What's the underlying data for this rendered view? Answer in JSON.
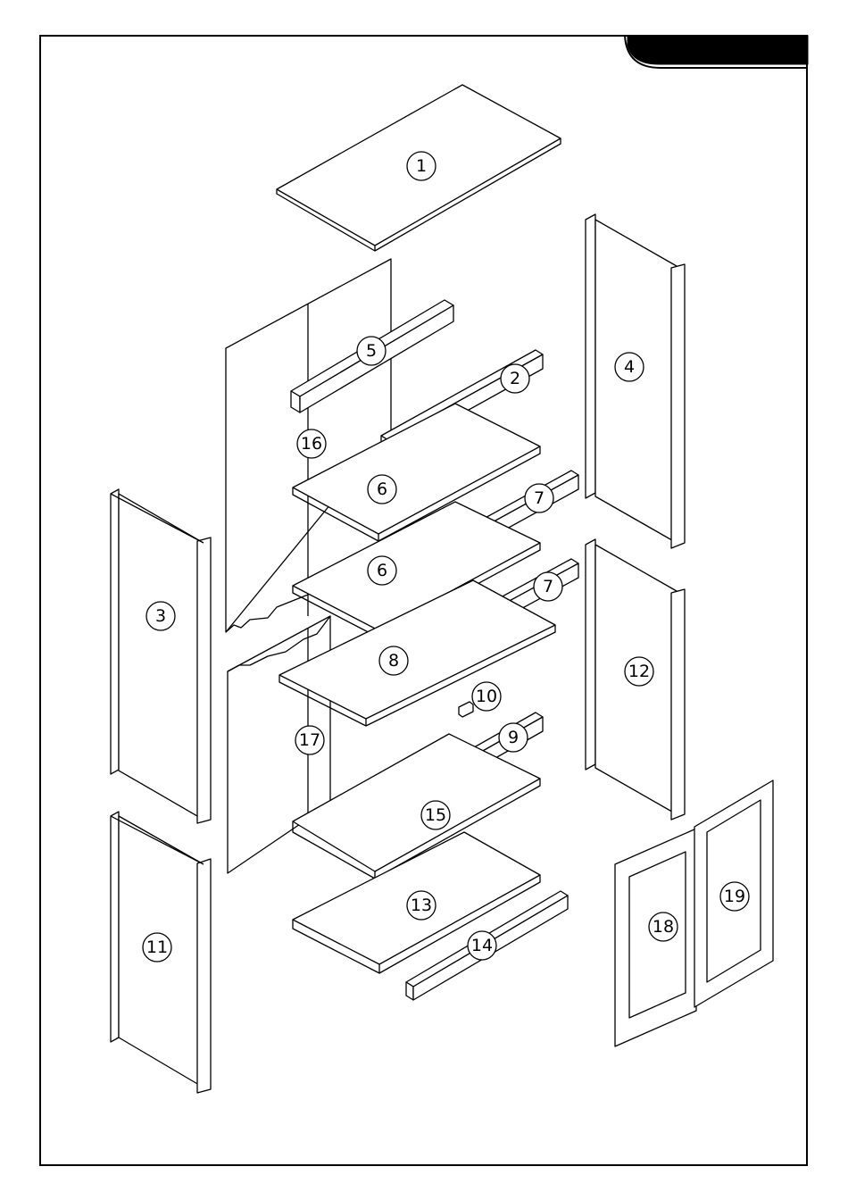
{
  "tab": {
    "color": "#000000"
  },
  "parts": [
    {
      "id": "part-1",
      "label": "1"
    },
    {
      "id": "part-2",
      "label": "2"
    },
    {
      "id": "part-3",
      "label": "3"
    },
    {
      "id": "part-4",
      "label": "4"
    },
    {
      "id": "part-5",
      "label": "5"
    },
    {
      "id": "part-6a",
      "label": "6"
    },
    {
      "id": "part-6b",
      "label": "6"
    },
    {
      "id": "part-7a",
      "label": "7"
    },
    {
      "id": "part-7b",
      "label": "7"
    },
    {
      "id": "part-8",
      "label": "8"
    },
    {
      "id": "part-9",
      "label": "9"
    },
    {
      "id": "part-10",
      "label": "10"
    },
    {
      "id": "part-11",
      "label": "11"
    },
    {
      "id": "part-12",
      "label": "12"
    },
    {
      "id": "part-13",
      "label": "13"
    },
    {
      "id": "part-14",
      "label": "14"
    },
    {
      "id": "part-15",
      "label": "15"
    },
    {
      "id": "part-16",
      "label": "16"
    },
    {
      "id": "part-17",
      "label": "17"
    },
    {
      "id": "part-18",
      "label": "18"
    },
    {
      "id": "part-19",
      "label": "19"
    }
  ]
}
